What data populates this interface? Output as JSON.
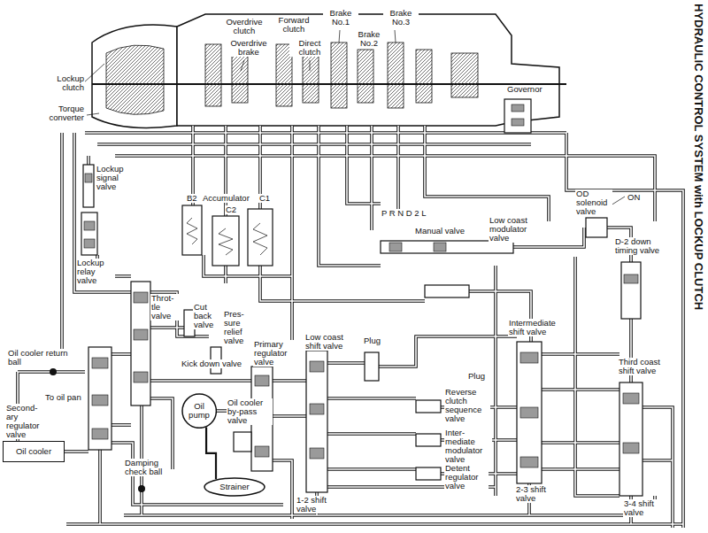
{
  "diagram": {
    "title": "HYDRAULIC CONTROL SYSTEM with LOCKUP CLUTCH",
    "nodes": [
      {
        "text": [
          "Oil pump"
        ]
      },
      {
        "text": [
          "Oil cooler"
        ]
      },
      {
        "text": [
          "Strainer"
        ]
      }
    ],
    "edges": [
      {
        "from": 2,
        "to": 0,
        "arrow": "none"
      }
    ],
    "labels": [
      "Overdrive clutch",
      "Overdrive brake",
      "Forward clutch",
      "Direct clutch",
      "Brake No.1",
      "Brake No.2",
      "Brake No.3",
      "Lockup clutch",
      "Torque converter",
      "Governor",
      "Lockup signal valve",
      "B2",
      "Accumulator",
      "C2",
      "C1",
      "Lockup relay valve",
      "P R N D 2 L",
      "Manual valve",
      "Low coast modulator valve",
      "OD solenoid valve",
      "ON",
      "D-2 down timing valve",
      "Throt-tle valve",
      "Cut back valve",
      "Pres-sure relief valve",
      "Primary regulator valve",
      "Kick down valve",
      "Low coast shift valve",
      "Plug",
      "Intermediate shift valve",
      "Third coast shift valve",
      "Oil cooler return ball",
      "To oil pan",
      "Oil cooler by-pass valve",
      "Plug",
      "Reverse clutch sequence valve",
      "Inter-mediate modulator valve",
      "Second-ary regulator valve",
      "Damping check ball",
      "Detent regulator valve",
      "1-2 shift valve",
      "2-3 shift valve",
      "3-4 shift valve"
    ]
  }
}
